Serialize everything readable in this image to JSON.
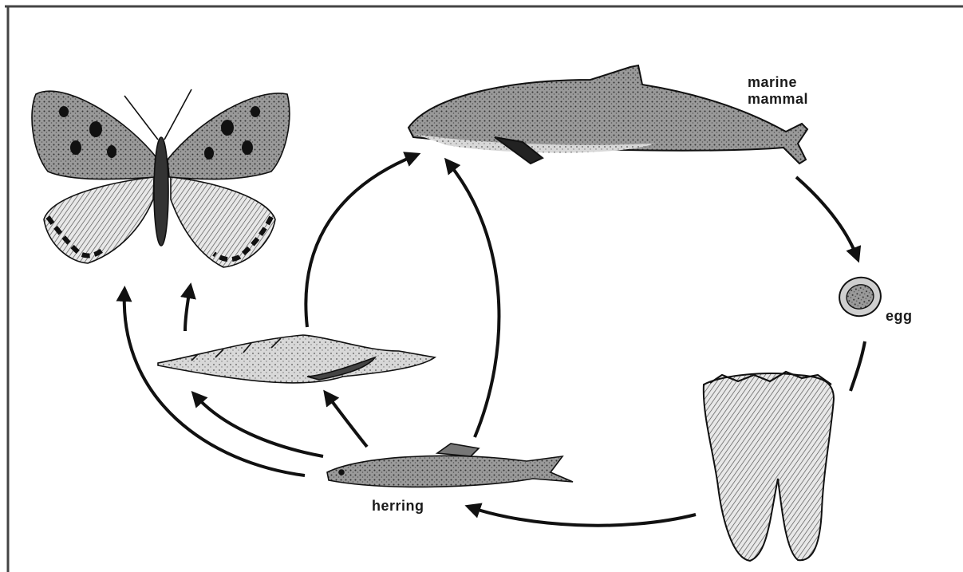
{
  "labels": {
    "marine_mammal": "marine\nmammal",
    "egg": "egg",
    "herring": "herring"
  },
  "colors": {
    "ink": "#111111",
    "frame": "#444444",
    "background": "#ffffff"
  },
  "organisms": [
    {
      "id": "butterfly",
      "icon": "butterfly-icon"
    },
    {
      "id": "marine-mammal",
      "icon": "porpoise-icon"
    },
    {
      "id": "egg",
      "icon": "parasite-egg-icon"
    },
    {
      "id": "tooth",
      "icon": "molar-tooth-icon"
    },
    {
      "id": "herring",
      "icon": "herring-fish-icon"
    },
    {
      "id": "snail",
      "icon": "sea-snail-icon"
    }
  ]
}
